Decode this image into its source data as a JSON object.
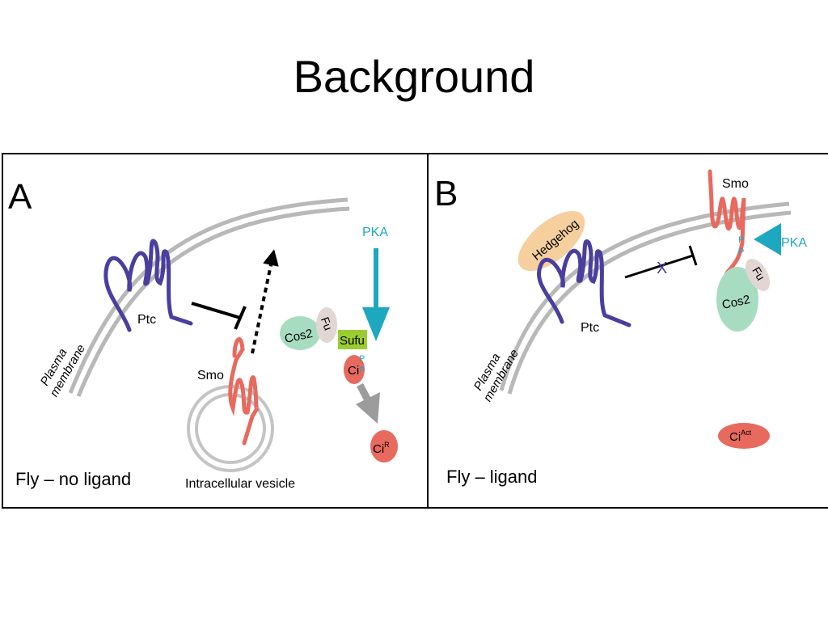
{
  "slide": {
    "title": "Background"
  },
  "panels": {
    "a": {
      "letter": "A",
      "caption": "Fly – no ligand",
      "labels": {
        "membrane_line1": "Plasma",
        "membrane_line2": "membrane",
        "ptc": "Ptc",
        "smo": "Smo",
        "vesicle": "Intracellular vesicle",
        "pka": "PKA",
        "cos2": "Cos2",
        "fu": "Fu",
        "sufu": "Sufu",
        "ci": "Ci",
        "p1": "P",
        "p2": "P",
        "cir_base": "Ci",
        "cir_sup": "R"
      }
    },
    "b": {
      "letter": "B",
      "caption": "Fly – ligand",
      "labels": {
        "membrane_line1": "Plasma",
        "membrane_line2": "membrane",
        "ptc": "Ptc",
        "smo": "Smo",
        "hedgehog": "Hedgehog",
        "pka": "PKA",
        "cos2": "Cos2",
        "fu": "Fu",
        "p1": "P",
        "p2": "P",
        "block_mark": "X",
        "ciact_base": "Ci",
        "ciact_sup": "Act"
      }
    }
  },
  "colors": {
    "ptc": "#4a3f9e",
    "smo": "#e8695d",
    "pka": "#1ea8c0",
    "cos2": "#a8dcc0",
    "fu": "#e2d6d2",
    "sufu": "#9acd32",
    "ci": "#e8695d",
    "hedgehog": "#f5cf9d",
    "membrane": "#b8b8b8",
    "processing_arrow": "#9c9c9c"
  }
}
